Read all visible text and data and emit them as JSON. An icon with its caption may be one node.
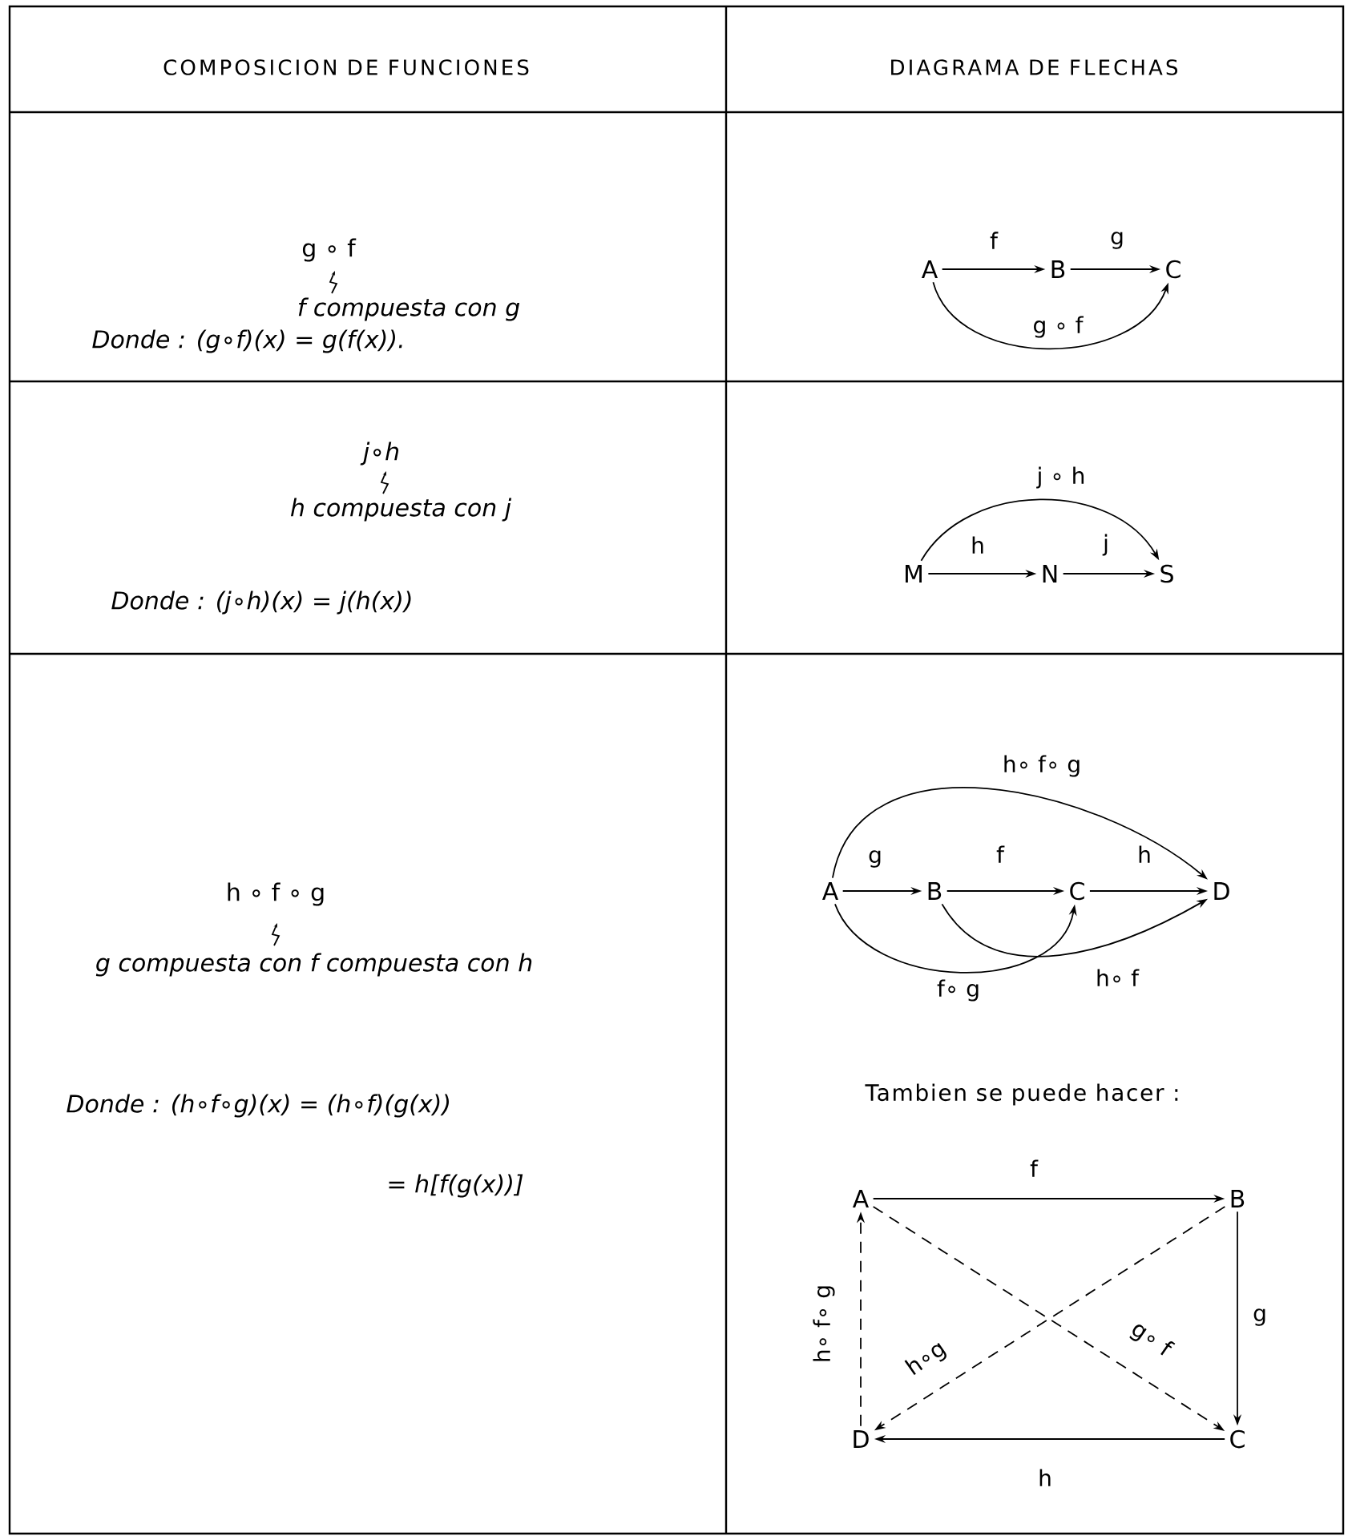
{
  "diagram": {
    "nodes": [
      {
        "text": [
          "A"
        ]
      },
      {
        "text": [
          "B"
        ]
      },
      {
        "text": [
          "C"
        ]
      },
      {
        "text": [
          "M"
        ]
      },
      {
        "text": [
          "N"
        ]
      },
      {
        "text": [
          "S"
        ]
      },
      {
        "text": [
          "A"
        ]
      },
      {
        "text": [
          "B"
        ]
      },
      {
        "text": [
          "C"
        ]
      },
      {
        "text": [
          "D"
        ]
      },
      {
        "text": [
          "A"
        ]
      },
      {
        "text": [
          "B"
        ]
      },
      {
        "text": [
          "C"
        ]
      },
      {
        "text": [
          "D"
        ]
      }
    ],
    "edges": [
      {
        "from": 0,
        "to": 1,
        "arrow": "to",
        "label": "f"
      },
      {
        "from": 1,
        "to": 2,
        "arrow": "to",
        "label": "g"
      },
      {
        "from": 0,
        "to": 2,
        "arrow": "to",
        "label": "g ∘ f"
      },
      {
        "from": 3,
        "to": 4,
        "arrow": "to",
        "label": "h"
      },
      {
        "from": 4,
        "to": 5,
        "arrow": "to",
        "label": "j"
      },
      {
        "from": 3,
        "to": 5,
        "arrow": "to",
        "label": "j ∘ h"
      },
      {
        "from": 6,
        "to": 7,
        "arrow": "to",
        "label": "g"
      },
      {
        "from": 7,
        "to": 8,
        "arrow": "to",
        "label": "f"
      },
      {
        "from": 8,
        "to": 9,
        "arrow": "to",
        "label": "h"
      },
      {
        "from": 6,
        "to": 9,
        "arrow": "to",
        "label": "h∘ f∘ g"
      },
      {
        "from": 6,
        "to": 8,
        "arrow": "to",
        "label": "f∘ g"
      },
      {
        "from": 7,
        "to": 9,
        "arrow": "to",
        "label": "h∘ f"
      },
      {
        "from": 10,
        "to": 11,
        "arrow": "to",
        "label": "f"
      },
      {
        "from": 11,
        "to": 12,
        "arrow": "to",
        "label": "g"
      },
      {
        "from": 12,
        "to": 13,
        "arrow": "to",
        "label": "h"
      },
      {
        "from": 13,
        "to": 10,
        "arrow": "to",
        "label": "h∘ f∘ g",
        "style": "dashed"
      },
      {
        "from": 10,
        "to": 12,
        "arrow": "to",
        "label": "g∘ f",
        "style": "dashed"
      },
      {
        "from": 11,
        "to": 13,
        "arrow": "to",
        "label": "h∘g",
        "style": "dashed"
      }
    ],
    "labels": [
      "COMPOSICION DE FUNCIONES",
      "DIAGRAMA DE FLECHAS",
      "g ∘ f",
      "f compuesta con g",
      "Donde : (g∘f)(x) = g(f(x)).",
      "j∘h",
      "h compuesta con j",
      "Donde : (j∘h)(x) = j(h(x))",
      "h ∘ f ∘ g",
      "g compuesta con f compuesta con h",
      "Donde : (h∘f∘g)(x) = (h∘f)(g(x))",
      "= h[f(g(x))]",
      "Tambien se puede hacer :"
    ]
  }
}
